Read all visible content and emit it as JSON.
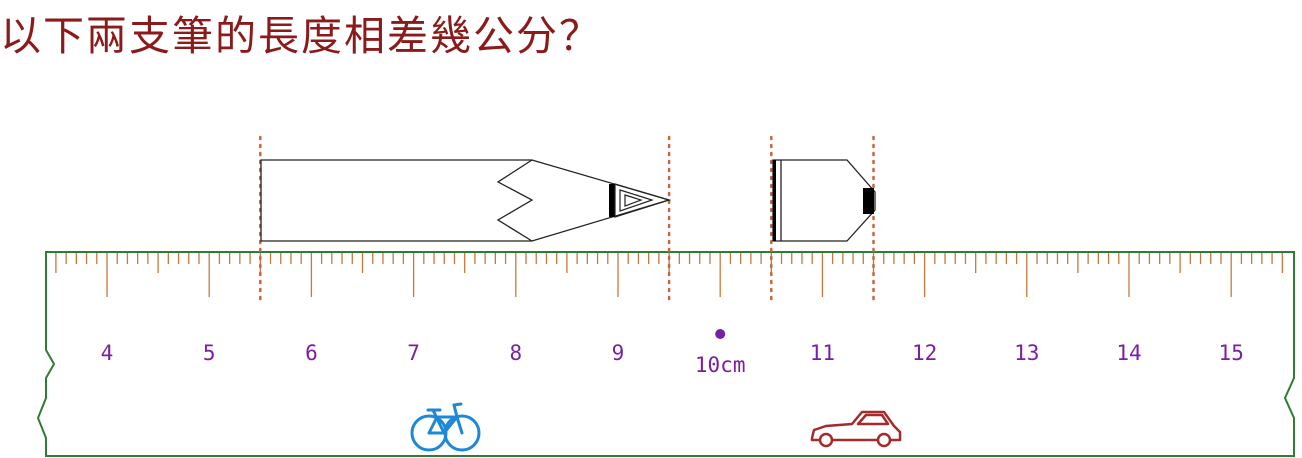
{
  "question": "以下兩支筆的長度相差幾公分？",
  "ruler": {
    "labels": [
      "4",
      "5",
      "6",
      "7",
      "8",
      "9",
      "10cm",
      "11",
      "12",
      "13",
      "14",
      "15"
    ],
    "label_values": [
      4,
      5,
      6,
      7,
      8,
      9,
      10,
      11,
      12,
      13,
      14,
      15
    ],
    "start_cm": 3.5,
    "end_cm": 15.5,
    "mm_ticks": true,
    "marker_cm": 10
  },
  "pencils": [
    {
      "name": "long-pencil",
      "start_cm": 5.5,
      "end_cm": 9.5
    },
    {
      "name": "short-pencil",
      "start_cm": 10.5,
      "end_cm": 11.5
    }
  ],
  "decorations": [
    "bicycle-icon",
    "car-icon"
  ],
  "colors": {
    "title": "#8b1a1a",
    "ruler_border": "#2e7d32",
    "ticks": "#c8783c",
    "labels": "#7b1fa2",
    "guides": "#c8643c",
    "bicycle": "#1e88d8",
    "car": "#a52a2a"
  }
}
